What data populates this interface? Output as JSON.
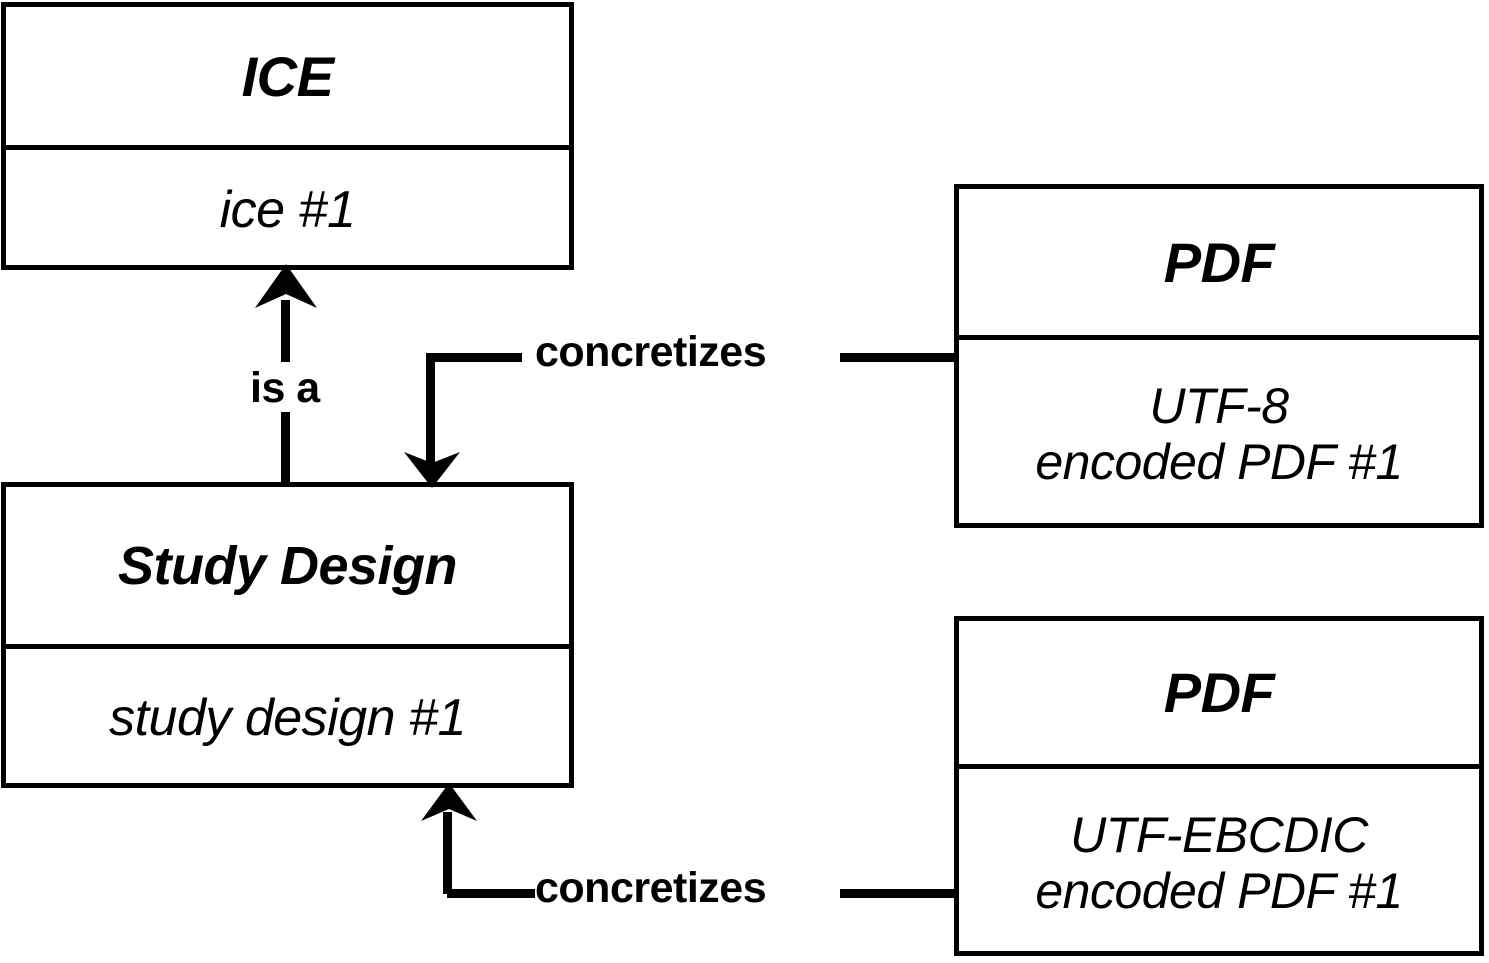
{
  "diagram": {
    "type": "uml-object-diagram",
    "background_color": "#ffffff",
    "stroke_color": "#000000",
    "boxes": [
      {
        "id": "ice",
        "title": "ICE",
        "instance": "ice #1"
      },
      {
        "id": "study_design",
        "title": "Study Design",
        "instance": "study design #1"
      },
      {
        "id": "pdf_utf8",
        "title": "PDF",
        "instance": "UTF-8\nencoded PDF #1",
        "instance_line1": "UTF-8",
        "instance_line2": "encoded PDF #1"
      },
      {
        "id": "pdf_ebcdic",
        "title": "PDF",
        "instance": "UTF-EBCDIC\nencoded PDF #1",
        "instance_line1": "UTF-EBCDIC",
        "instance_line2": "encoded PDF #1"
      }
    ],
    "connectors": [
      {
        "id": "is_a",
        "label": "is a",
        "from": "study_design",
        "to": "ice",
        "arrow": "up"
      },
      {
        "id": "concretizes_top",
        "label": "concretizes",
        "from": "pdf_utf8",
        "to": "study_design",
        "arrow": "down"
      },
      {
        "id": "concretizes_bottom",
        "label": "concretizes",
        "from": "pdf_ebcdic",
        "to": "study_design",
        "arrow": "up"
      }
    ]
  }
}
